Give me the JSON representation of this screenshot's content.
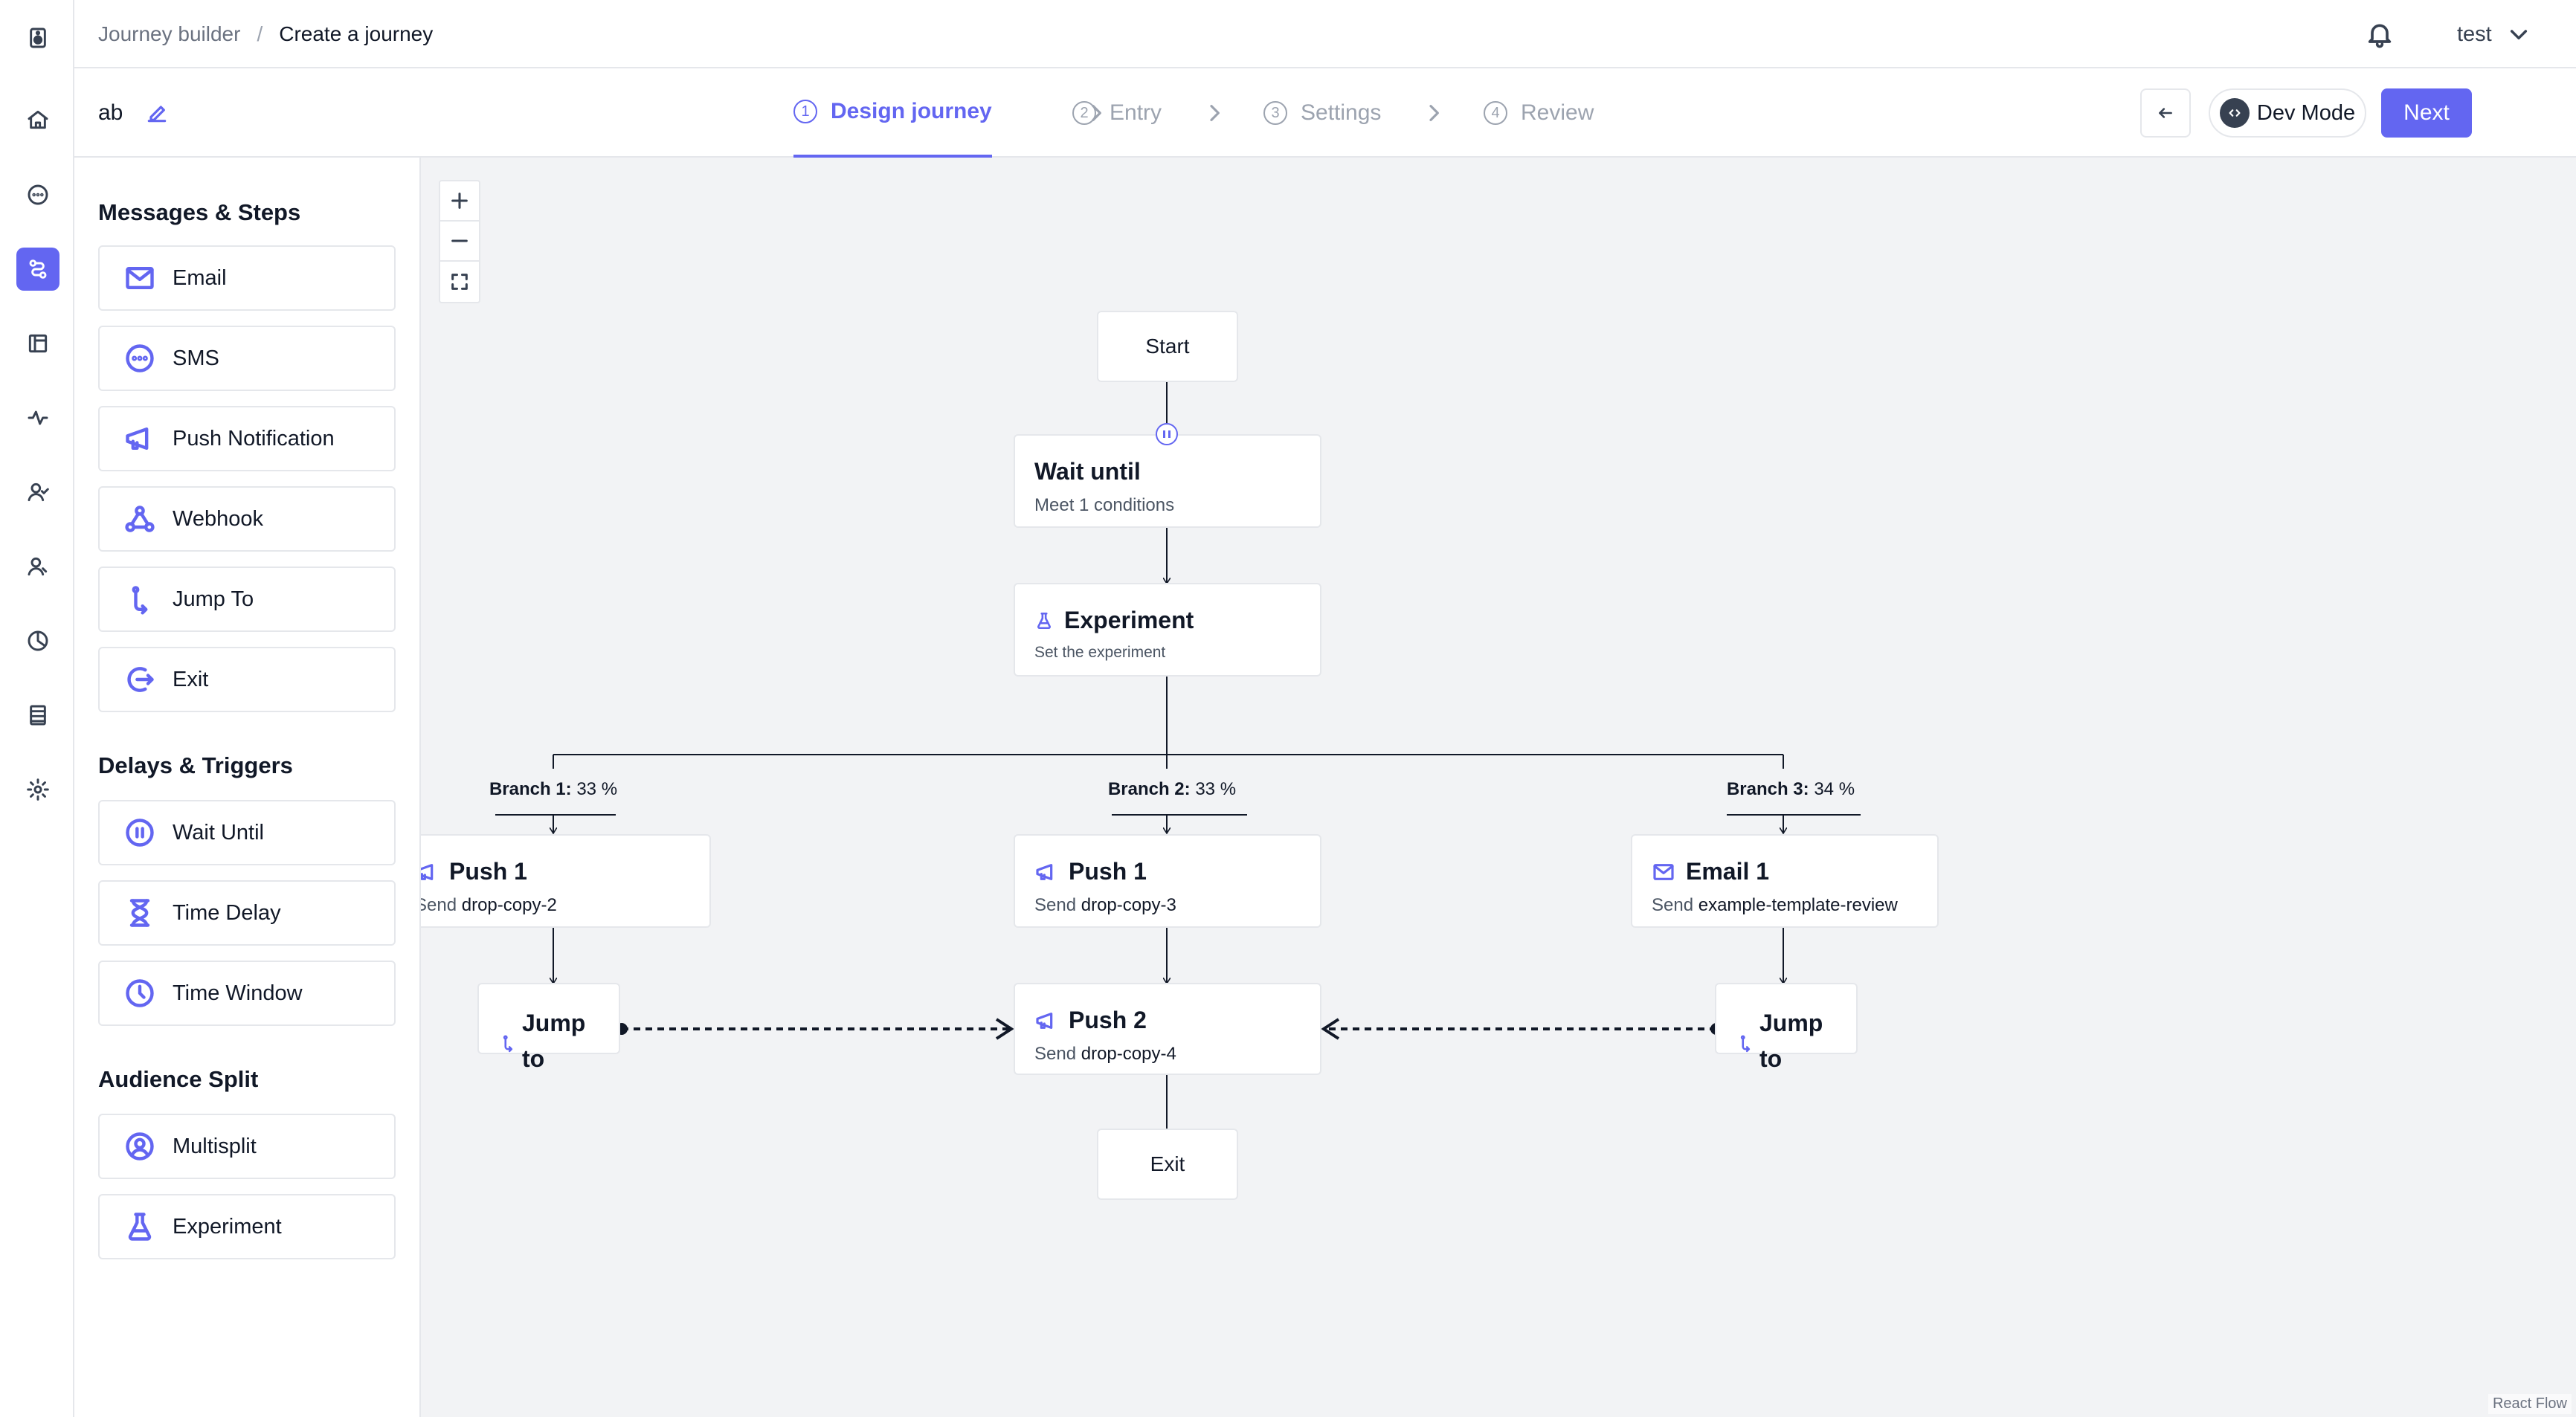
{
  "topbar": {
    "breadcrumb": {
      "parent": "Journey builder",
      "separator": "/",
      "current": "Create a journey"
    },
    "user": "test"
  },
  "journey": {
    "name": "ab"
  },
  "stepper": {
    "steps": [
      {
        "num": "1",
        "label": "Design journey",
        "active": true
      },
      {
        "num": "2",
        "label": "Entry",
        "active": false
      },
      {
        "num": "3",
        "label": "Settings",
        "active": false
      },
      {
        "num": "4",
        "label": "Review",
        "active": false
      }
    ]
  },
  "actions": {
    "dev_mode": "Dev Mode",
    "next": "Next"
  },
  "rail": {
    "icons": [
      "logo-icon",
      "home-icon",
      "chat-icon",
      "journey-icon",
      "template-icon",
      "activity-icon",
      "people-icon",
      "segment-icon",
      "pie-chart-icon",
      "table-icon",
      "settings-icon"
    ],
    "active": "journey-icon"
  },
  "panel": {
    "messages_title": "Messages & Steps",
    "messages": [
      {
        "label": "Email",
        "icon": "mail-icon"
      },
      {
        "label": "SMS",
        "icon": "sms-icon"
      },
      {
        "label": "Push Notification",
        "icon": "megaphone-icon"
      },
      {
        "label": "Webhook",
        "icon": "webhook-icon"
      },
      {
        "label": "Jump To",
        "icon": "jump-icon"
      },
      {
        "label": "Exit",
        "icon": "exit-icon"
      }
    ],
    "delays_title": "Delays & Triggers",
    "delays": [
      {
        "label": "Wait Until",
        "icon": "pause-icon"
      },
      {
        "label": "Time Delay",
        "icon": "hourglass-icon"
      },
      {
        "label": "Time Window",
        "icon": "clock-icon"
      }
    ],
    "audience_title": "Audience Split",
    "audience": [
      {
        "label": "Multisplit",
        "icon": "user-circle-icon"
      },
      {
        "label": "Experiment",
        "icon": "flask-icon"
      }
    ]
  },
  "flow": {
    "start": "Start",
    "wait_until": {
      "title": "Wait until",
      "subtitle": "Meet 1 conditions"
    },
    "experiment": {
      "title": "Experiment",
      "subtitle": "Set the experiment"
    },
    "branches": [
      {
        "label": "Branch 1:",
        "percent": "33 %"
      },
      {
        "label": "Branch 2:",
        "percent": "33 %"
      },
      {
        "label": "Branch 3:",
        "percent": "34 %"
      }
    ],
    "push1_left": {
      "title": "Push 1",
      "send": "Send",
      "template": "drop-copy-2"
    },
    "push1_mid": {
      "title": "Push 1",
      "send": "Send",
      "template": "drop-copy-3"
    },
    "email1": {
      "title": "Email 1",
      "send": "Send",
      "template": "example-template-review"
    },
    "push2": {
      "title": "Push 2",
      "send": "Send",
      "template": "drop-copy-4"
    },
    "jump_left": "Jump to",
    "jump_right": "Jump to",
    "exit": "Exit"
  },
  "attribution": "React Flow",
  "colors": {
    "accent": "#6366f1",
    "canvas": "#f2f3f5",
    "border": "#e5e7eb"
  }
}
